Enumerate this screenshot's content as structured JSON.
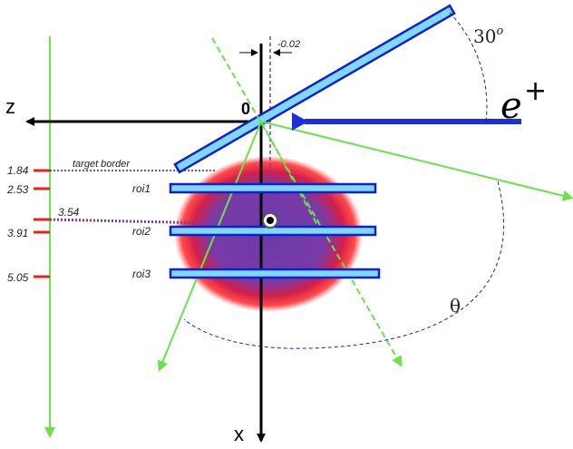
{
  "axes": {
    "z_label": "z",
    "x_label": "x",
    "origin_label": "0"
  },
  "beam": {
    "particle": "e",
    "charge": "+"
  },
  "target": {
    "tilt_angle": "30",
    "tilt_angle_sup": "o",
    "offset_label": "-0.02",
    "border_label": "target border"
  },
  "scatter": {
    "angle_label": "θ"
  },
  "depth_scale": {
    "ticks": [
      {
        "label": "1.84",
        "value": 1.84
      },
      {
        "label": "2.53",
        "value": 2.53
      },
      {
        "label": "3.91",
        "value": 3.91
      },
      {
        "label": "5.05",
        "value": 5.05
      }
    ],
    "center_label": "3.54",
    "center_value": 3.54
  },
  "rois": [
    {
      "label": "roi1"
    },
    {
      "label": "roi2"
    },
    {
      "label": "roi3"
    }
  ],
  "colors": {
    "green": "#6be24a",
    "red": "#e8201c",
    "beam_blue": "#1a2ee0",
    "roi_fill": "#7fd8f7",
    "roi_edge": "#1020d0",
    "cloud_core": "#6a3aa8",
    "cloud_edge": "#ff1a1a"
  }
}
